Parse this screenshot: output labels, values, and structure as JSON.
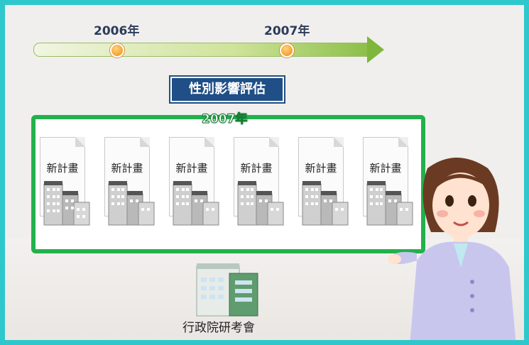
{
  "timeline": {
    "year_2006": "2006年",
    "year_2007": "2007年"
  },
  "tag_label": "性別影響評估",
  "box_year": "2007年",
  "cards": [
    {
      "label": "新計畫"
    },
    {
      "label": "新計畫"
    },
    {
      "label": "新計畫"
    },
    {
      "label": "新計畫"
    },
    {
      "label": "新計畫"
    },
    {
      "label": "新計畫"
    }
  ],
  "institute_label": "行政院研考會",
  "colors": {
    "frame": "#2ec8cc",
    "box_border": "#22b14c",
    "tag_bg": "#1f4f86",
    "arrow": "#7fb63c",
    "dot": "#f08a10"
  }
}
